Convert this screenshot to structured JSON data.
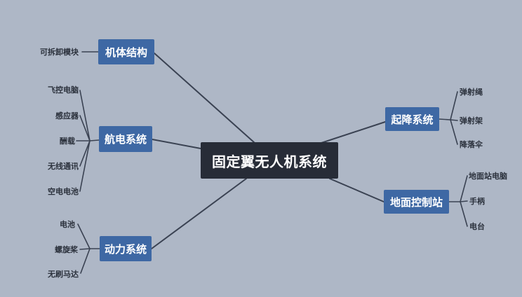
{
  "canvas": {
    "background_color": "#AEB7C6",
    "root_bg_color": "#272C37",
    "branch_bg_color": "#3E68A4",
    "line_color": "#3A4252"
  },
  "mindmap": {
    "root": {
      "label": "固定翼无人机系统"
    },
    "branches": [
      {
        "id": "airframe",
        "label": "机体结构",
        "side": "left",
        "children": [
          {
            "label": "可拆卸模块"
          }
        ]
      },
      {
        "id": "avionics",
        "label": "航电系统",
        "side": "left",
        "children": [
          {
            "label": "飞控电脑"
          },
          {
            "label": "感应器"
          },
          {
            "label": "酬载"
          },
          {
            "label": "无线通讯"
          },
          {
            "label": "空电电池"
          }
        ]
      },
      {
        "id": "power",
        "label": "动力系统",
        "side": "left",
        "children": [
          {
            "label": "电池"
          },
          {
            "label": "螺旋桨"
          },
          {
            "label": "无刷马达"
          }
        ]
      },
      {
        "id": "launch-recovery",
        "label": "起降系统",
        "side": "right",
        "children": [
          {
            "label": "弹射绳"
          },
          {
            "label": "弹射架"
          },
          {
            "label": "降落伞"
          }
        ]
      },
      {
        "id": "ground-control",
        "label": "地面控制站",
        "side": "right",
        "children": [
          {
            "label": "地面站电脑"
          },
          {
            "label": "手柄"
          },
          {
            "label": "电台"
          }
        ]
      }
    ]
  }
}
